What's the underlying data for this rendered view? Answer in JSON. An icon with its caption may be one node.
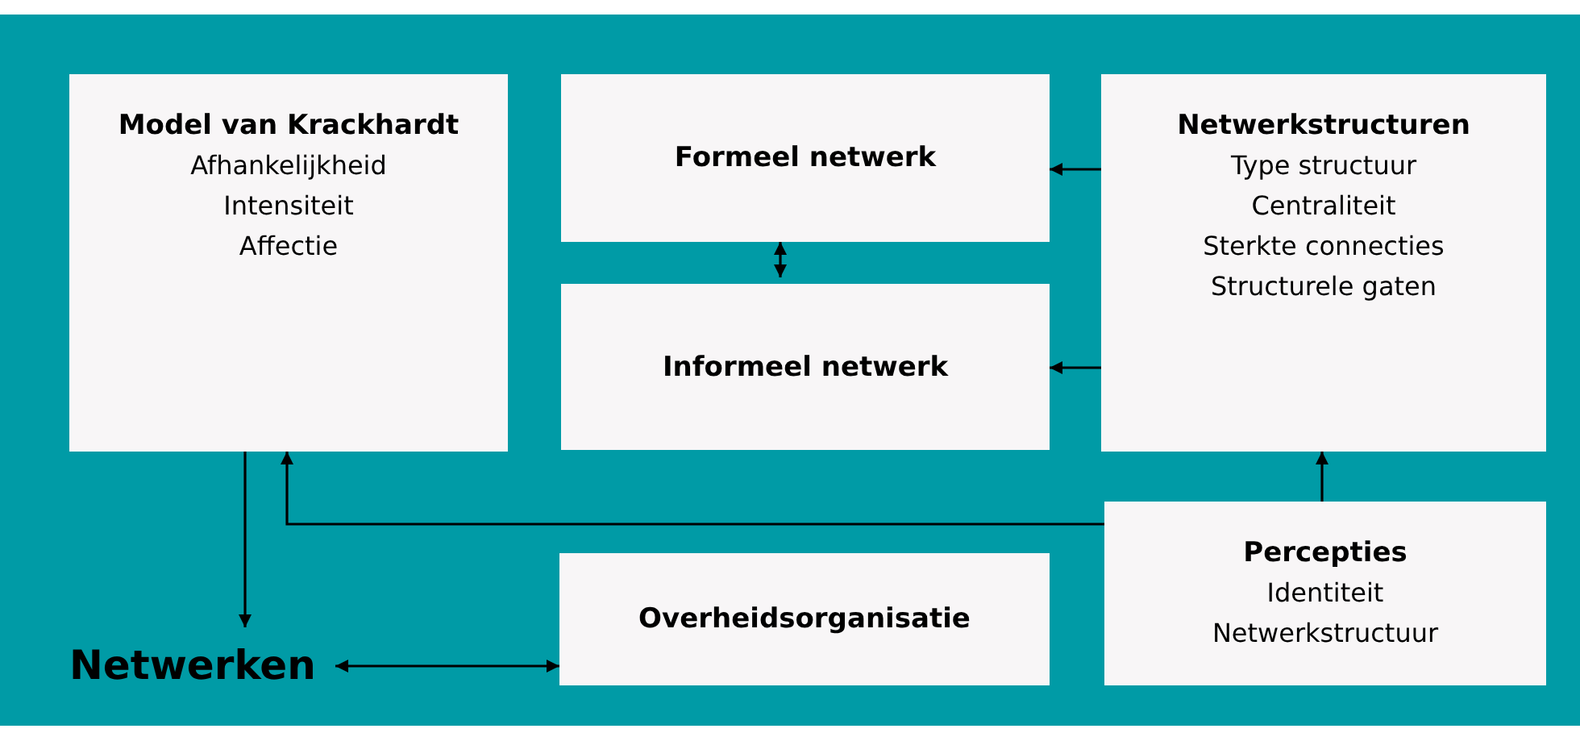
{
  "diagram": {
    "nodes": [
      {
        "text": [
          "Model van Krackhardt",
          "Afhankelijkheid",
          "Intensiteit",
          "Affectie"
        ]
      },
      {
        "text": [
          "Formeel netwerk"
        ]
      },
      {
        "text": [
          "Netwerkstructuren",
          "Type structuur",
          "Centraliteit",
          "Sterkte connecties",
          "Structurele gaten"
        ]
      },
      {
        "text": [
          "Informeel netwerk"
        ]
      },
      {
        "text": [
          "Netwerken"
        ]
      },
      {
        "text": [
          "Overheidsorganisatie"
        ]
      },
      {
        "text": [
          "Percepties",
          "Identiteit",
          "Netwerkstructuur"
        ]
      }
    ],
    "edges": [
      {
        "from": 2,
        "to": 1,
        "arrow": "to"
      },
      {
        "from": 2,
        "to": 3,
        "arrow": "to"
      },
      {
        "from": 1,
        "to": 3,
        "arrow": "both"
      },
      {
        "from": 0,
        "to": 4,
        "arrow": "to"
      },
      {
        "from": 6,
        "to": 0,
        "arrow": "to"
      },
      {
        "from": 6,
        "to": 2,
        "arrow": "to"
      },
      {
        "from": 4,
        "to": 5,
        "arrow": "both"
      }
    ]
  }
}
